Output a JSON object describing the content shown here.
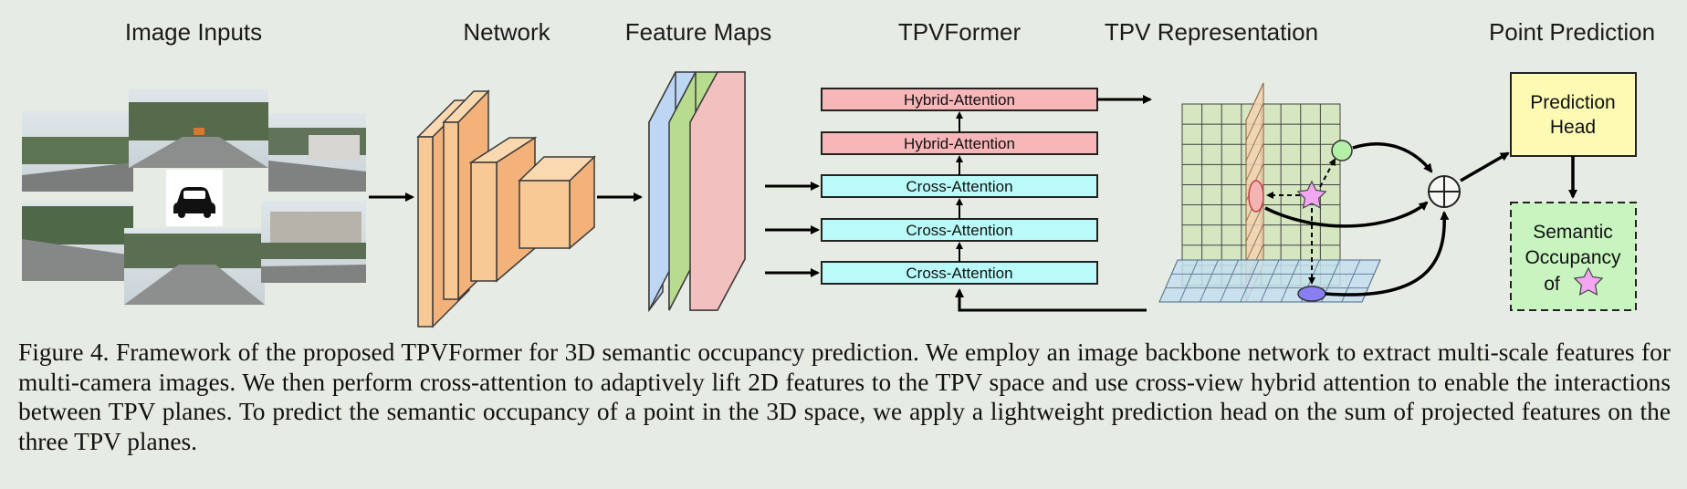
{
  "figure": {
    "section_titles": {
      "image_inputs": "Image Inputs",
      "network": "Network",
      "feature_maps": "Feature Maps",
      "tpvformer": "TPVFormer",
      "tpv_representation": "TPV Representation",
      "point_prediction": "Point Prediction"
    },
    "attention_blocks": [
      "Hybrid-Attention",
      "Hybrid-Attention",
      "Cross-Attention",
      "Cross-Attention",
      "Cross-Attention"
    ],
    "prediction_head": {
      "line1": "Prediction",
      "line2": "Head"
    },
    "semantic_occupancy": {
      "line1": "Semantic",
      "line2": "Occupancy",
      "line3": "of"
    },
    "colors": {
      "background": "#e6ebe3",
      "backbone": "#f8c995",
      "feature_blue": "#bcd6f3",
      "feature_green": "#b8dc8e",
      "feature_pink": "#f3c0c0",
      "hybrid_attention": "#f7b6b8",
      "cross_attention": "#b9fbf9",
      "prediction_head": "#fdfab4",
      "semantic_occupancy": "#c8f4c0",
      "star": "#f3a6f1",
      "point_green": "#b4f0a8",
      "point_blue": "#8a7ff0"
    }
  },
  "caption": {
    "text": "Figure 4.  Framework of the proposed TPVFormer for 3D semantic occupancy prediction.  We employ an image backbone network to extract multi-scale features for multi-camera images. We then perform cross-attention to adaptively lift 2D features to the TPV space and use cross-view hybrid attention to enable the interactions between TPV planes.  To predict the semantic occupancy of a point in the 3D space, we apply a lightweight prediction head on the sum of projected features on the three TPV planes."
  }
}
